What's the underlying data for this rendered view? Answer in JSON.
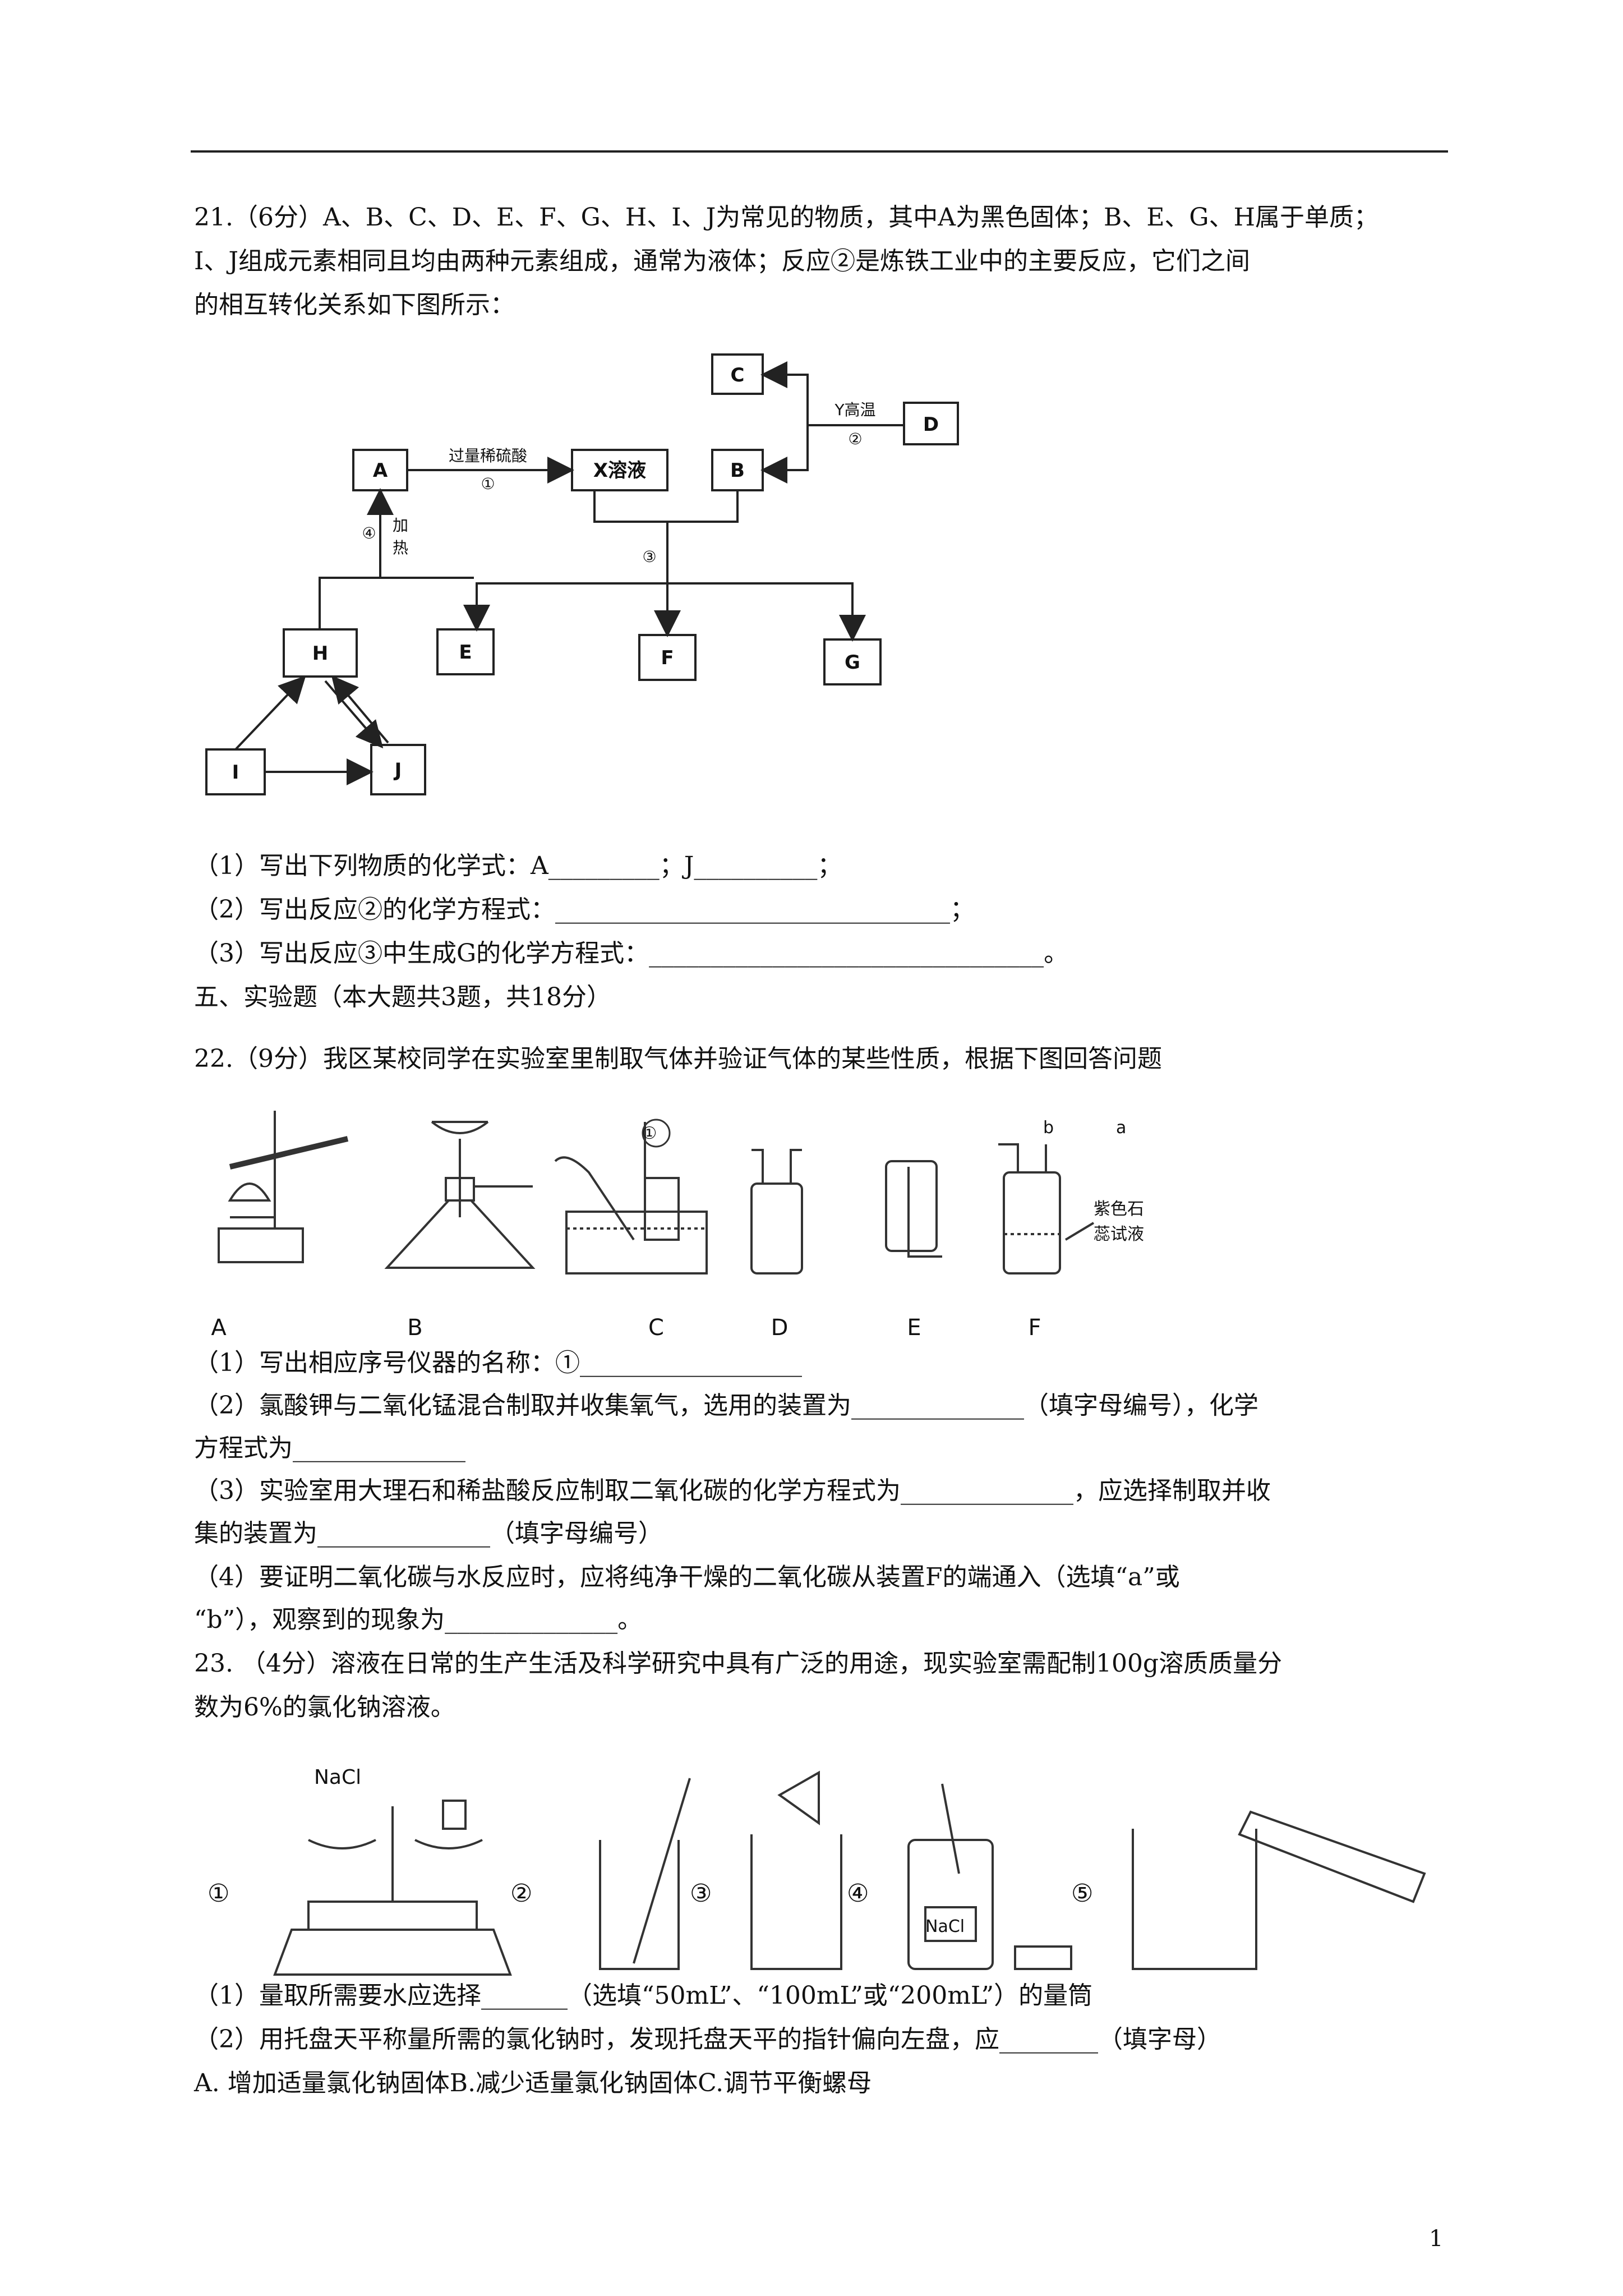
{
  "q21": {
    "intro_l1": "21.（6分）A、B、C、D、E、F、G、H、I、J为常见的物质，其中A为黑色固体；B、E、G、H属于单质；",
    "intro_l2": "I、J组成元素相同且均由两种元素组成，通常为液体；反应②是炼铁工业中的主要反应，它们之间",
    "intro_l3": "的相互转化关系如下图所示：",
    "diagram": {
      "nodes": {
        "A": "A",
        "B": "B",
        "C": "C",
        "D": "D",
        "E": "E",
        "F": "F",
        "G": "G",
        "H": "H",
        "I": "I",
        "J": "J",
        "X": "X溶液"
      },
      "labels": {
        "r1_reagent": "过量稀硫酸",
        "r1_num": "①",
        "r2_reagent": "Y高温",
        "r2_num": "②",
        "r3_num": "③",
        "r4_num": "④",
        "r4_cond_1": "加",
        "r4_cond_2": "热"
      }
    },
    "sub1": "（1）写出下列物质的化学式：A_________；J__________；",
    "sub2": "（2）写出反应②的化学方程式：________________________________；",
    "sub3": "（3）写出反应③中生成G的化学方程式：________________________________。"
  },
  "section5": "五、实验题（本大题共3题，共18分）",
  "q22": {
    "intro": "22.（9分）我区某校同学在实验室里制取气体并验证气体的某些性质，根据下图回答问题",
    "apparatus_labels": [
      "A",
      "B",
      "C",
      "D",
      "E",
      "F"
    ],
    "callout_1": "①",
    "f_port_b": "b",
    "f_port_a": "a",
    "f_liquid_1": "紫色石",
    "f_liquid_2": "蕊试液",
    "sub1": "（1）写出相应序号仪器的名称：①__________________",
    "sub2_l1": "（2）氯酸钾与二氧化锰混合制取并收集氧气，选用的装置为______________（填字母编号），化学",
    "sub2_l2": "方程式为______________",
    "sub3_l1": "（3）实验室用大理石和稀盐酸反应制取二氧化碳的化学方程式为______________，应选择制取并收",
    "sub3_l2": "集的装置为______________（填字母编号）",
    "sub4_l1": "（4）要证明二氧化碳与水反应时，应将纯净干燥的二氧化碳从装置F的端通入（选填“a”或",
    "sub4_l2": "“b”），观察到的现象为______________。"
  },
  "q23": {
    "intro_l1": "23. （4分）溶液在日常的生产生活及科学研究中具有广泛的用途，现实验室需配制100g溶质质量分",
    "intro_l2": "数为6%的氯化钠溶液。",
    "steps": [
      "①",
      "②",
      "③",
      "④",
      "⑤"
    ],
    "nacl_1": "NaCl",
    "nacl_2": "NaCl",
    "sub1": "（1）量取所需要水应选择_______（选填“50mL”、“100mL”或“200mL”）的量筒",
    "sub2": "（2）用托盘天平称量所需的氯化钠时，发现托盘天平的指针偏向左盘，应________（填字母）",
    "options": "A. 增加适量氯化钠固体B.减少适量氯化钠固体C.调节平衡螺母"
  },
  "page_number": "1"
}
